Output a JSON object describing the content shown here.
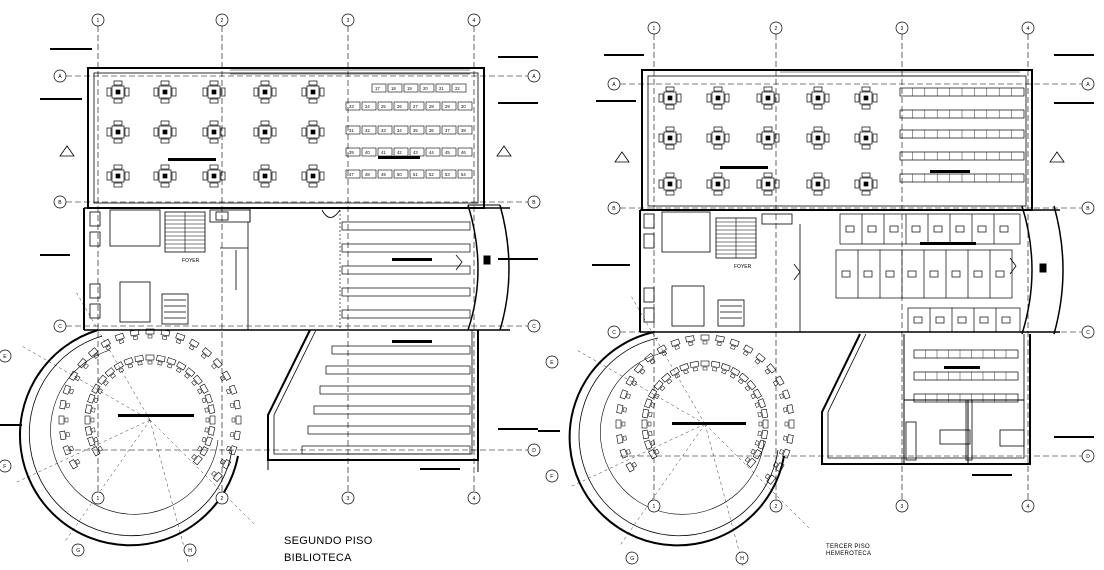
{
  "left_plan": {
    "title_line1": "SEGUNDO PISO",
    "title_line2": "BIBLIOTECA",
    "room_label": "FOYER",
    "grid_columns": [
      "1",
      "2",
      "3",
      "4"
    ],
    "grid_rows": [
      "A",
      "B",
      "C",
      "D"
    ],
    "arc_grid": [
      "E",
      "F",
      "G",
      "H"
    ],
    "locker_rows": [
      [
        "17",
        "18",
        "19",
        "20",
        "21",
        "22"
      ],
      [
        "23",
        "24",
        "25",
        "26",
        "27",
        "28",
        "29",
        "30"
      ],
      [
        "31",
        "32",
        "33",
        "34",
        "35",
        "36",
        "37",
        "38"
      ],
      [
        "39",
        "40",
        "41",
        "42",
        "43",
        "44",
        "45",
        "46"
      ],
      [
        "47",
        "48",
        "49",
        "50",
        "51",
        "52",
        "53",
        "54"
      ]
    ]
  },
  "right_plan": {
    "title_line1": "TERCER PISO",
    "title_line2": "HEMEROTECA",
    "room_label": "FOYER",
    "grid_columns": [
      "1",
      "2",
      "3",
      "4"
    ],
    "grid_rows": [
      "A",
      "B",
      "C",
      "D"
    ],
    "arc_grid": [
      "E",
      "F",
      "G",
      "H"
    ]
  }
}
